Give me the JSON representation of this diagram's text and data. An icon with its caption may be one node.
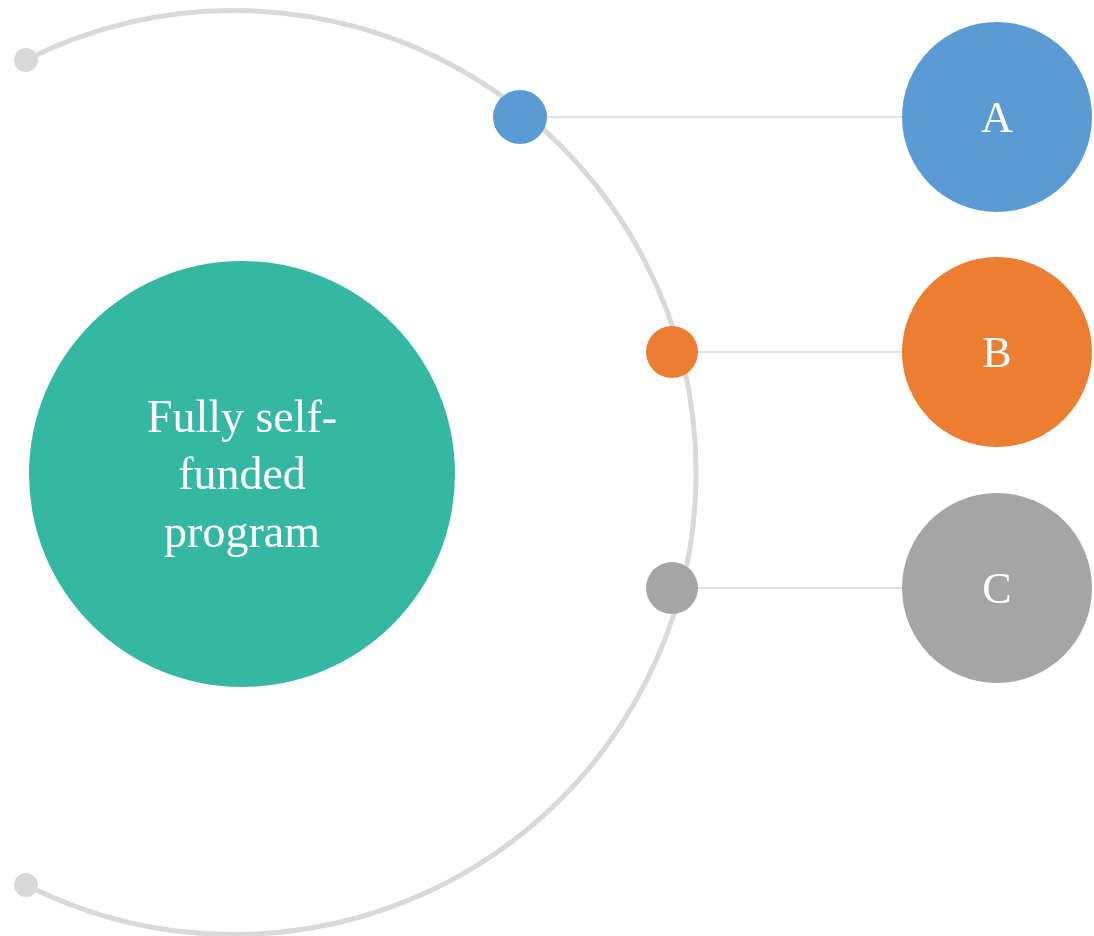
{
  "diagram": {
    "nodes": [
      {
        "text": [
          "Fully self-funded program"
        ]
      },
      {
        "text": [],
        "shape": "circle"
      },
      {
        "text": [
          "A"
        ]
      },
      {
        "text": [],
        "shape": "circle"
      },
      {
        "text": [
          "B"
        ]
      },
      {
        "text": [],
        "shape": "circle"
      },
      {
        "text": [
          "C"
        ]
      }
    ],
    "edges": [
      {
        "from": 1,
        "to": 2,
        "arrow": "none"
      },
      {
        "from": 3,
        "to": 4,
        "arrow": "none"
      },
      {
        "from": 5,
        "to": 6,
        "arrow": "none"
      }
    ]
  }
}
